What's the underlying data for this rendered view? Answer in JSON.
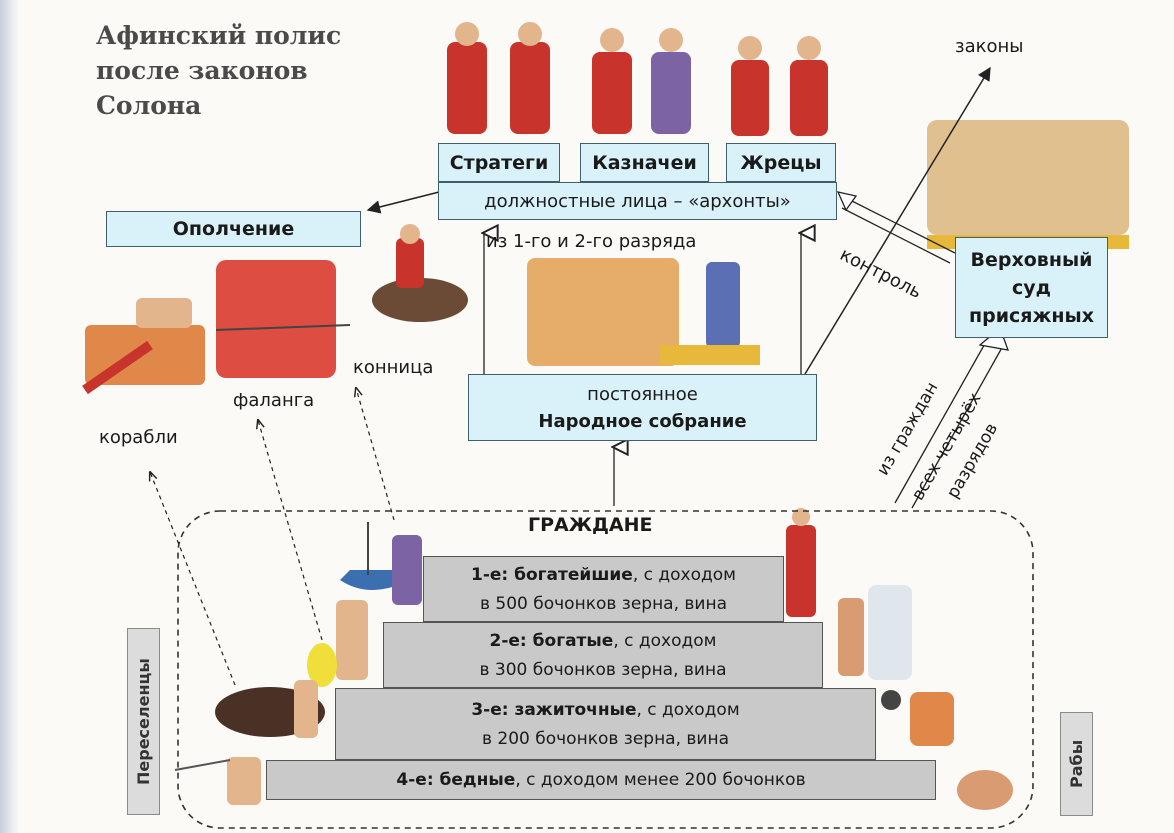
{
  "title": "Афинский полис\nпосле законов\nСолона",
  "officials": {
    "strategi": "Стратеги",
    "treasurers": "Казначеи",
    "priests": "Жрецы",
    "archons": "должностные лица – «архонты»",
    "archons_note": "из 1-го и 2-го разряда"
  },
  "militia": {
    "label": "Ополчение",
    "ships": "корабли",
    "phalanx": "фаланга",
    "cavalry": "конница"
  },
  "assembly": {
    "line1": "постоянное",
    "line2": "Народное собрание"
  },
  "court": {
    "label": "Верховный суд присяжных",
    "laws": "законы",
    "control": "контроль",
    "selection_1": "из граждан",
    "selection_2": "всех четырёх",
    "selection_3": "разрядов"
  },
  "citizens": {
    "heading": "ГРАЖДАНЕ",
    "tiers": [
      {
        "name": "1-е: богатейшие",
        "rest1": ", с доходом",
        "rest2": "в 500 бочонков зерна, вина"
      },
      {
        "name": "2-е: богатые",
        "rest1": ", с доходом",
        "rest2": "в 300 бочонков зерна, вина"
      },
      {
        "name": "3-е: зажиточные",
        "rest1": ", с доходом",
        "rest2": "в 200 бочонков зерна, вина"
      },
      {
        "name": "4-е: бедные",
        "rest1": ", с доходом менее 200 бочонков",
        "rest2": ""
      }
    ]
  },
  "side_labels": {
    "settlers": "Переселенцы",
    "slaves": "Рабы"
  },
  "colors": {
    "box_fill": "#d9f1f8",
    "step_fill": "#c9c9c9",
    "figure_red": "#c8342b",
    "figure_purple": "#7c63a3",
    "figure_gold": "#d9b23a"
  }
}
